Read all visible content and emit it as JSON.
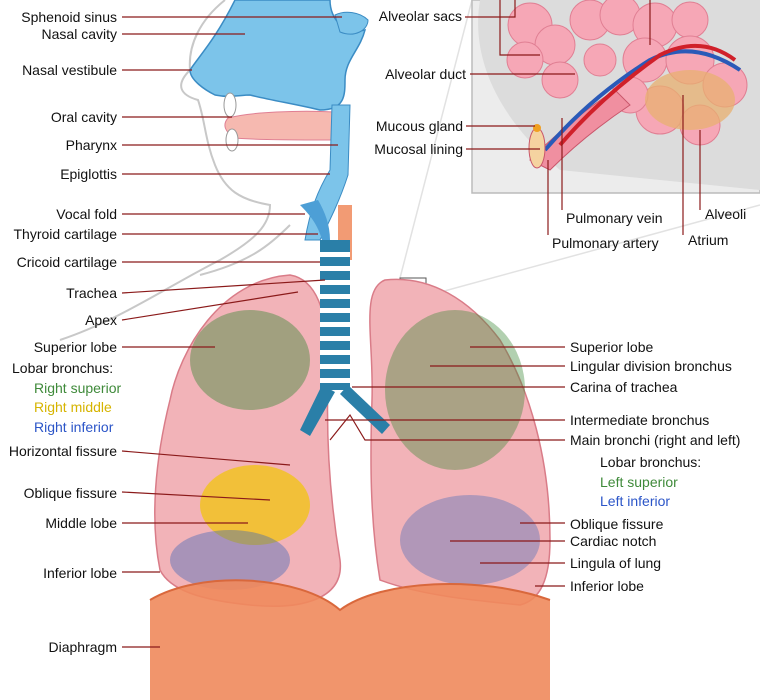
{
  "colors": {
    "airway_blue": "#7cc4ea",
    "lung_pink": "#f2b3b8",
    "diaphragm": "#f08a5c",
    "alveolus_pink": "#f6a7b6",
    "leader_line": "#8b1a1a",
    "bronchus_green": "#3f8a3a",
    "bronchus_yellow": "#f1c40f",
    "bronchus_blue": "#3a63b8"
  },
  "left_labels": [
    "Sphenoid sinus",
    "Nasal cavity",
    "Nasal vestibule",
    "Oral cavity",
    "Pharynx",
    "Epiglottis",
    "Vocal fold",
    "Thyroid cartilage",
    "Cricoid cartilage",
    "Trachea",
    "Apex",
    "Superior lobe",
    "Horizontal fissure",
    "Oblique fissure",
    "Middle lobe",
    "Inferior lobe",
    "Diaphragm"
  ],
  "lobar_bronchus_right": {
    "heading": "Lobar bronchus:",
    "items": [
      "Right superior",
      "Right middle",
      "Right inferior"
    ]
  },
  "right_labels": [
    "Superior lobe",
    "Lingular division bronchus",
    "Carina of trachea",
    "Intermediate bronchus",
    "Main bronchi (right and left)",
    "Oblique fissure",
    "Cardiac notch",
    "Lingula of lung",
    "Inferior lobe"
  ],
  "lobar_bronchus_left": {
    "heading": "Lobar bronchus:",
    "items": [
      "Left superior",
      "Left inferior"
    ]
  },
  "inset_labels": [
    "Alveolar sacs",
    "Alveolar duct",
    "Mucous gland",
    "Mucosal lining",
    "Pulmonary vein",
    "Pulmonary artery",
    "Alveoli",
    "Atrium"
  ]
}
